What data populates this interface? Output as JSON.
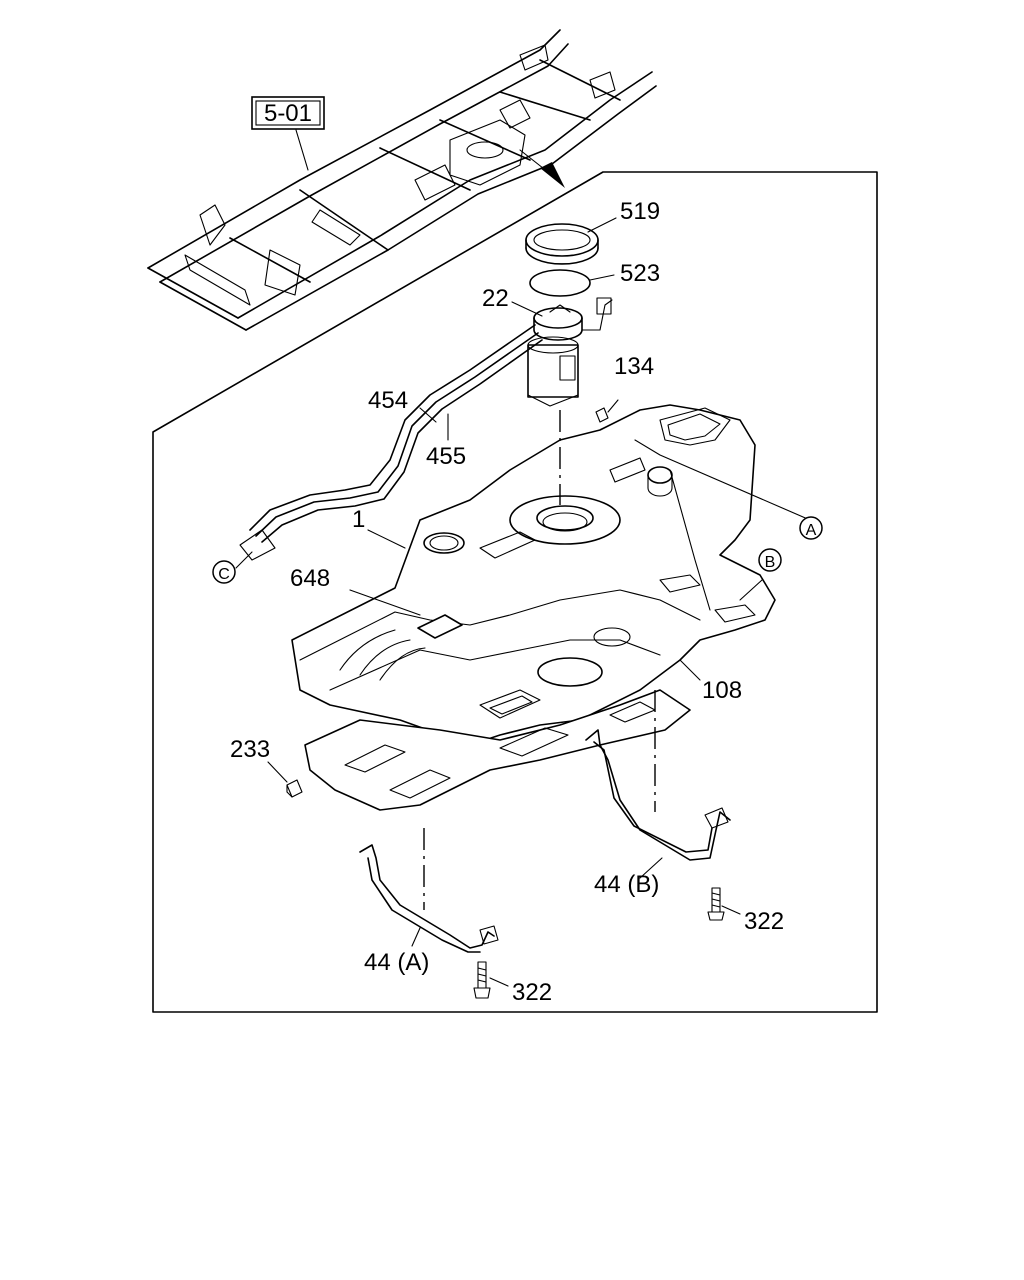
{
  "ref_box": "5-01",
  "callouts": {
    "p519": "519",
    "p523": "523",
    "p22": "22",
    "p134": "134",
    "p454": "454",
    "p455": "455",
    "p1": "1",
    "p648": "648",
    "p108": "108",
    "p233": "233",
    "p44b": "44 (B)",
    "p322b": "322",
    "p44a": "44 (A)",
    "p322a": "322"
  },
  "connectors": {
    "a": "A",
    "b": "B",
    "c": "C"
  }
}
